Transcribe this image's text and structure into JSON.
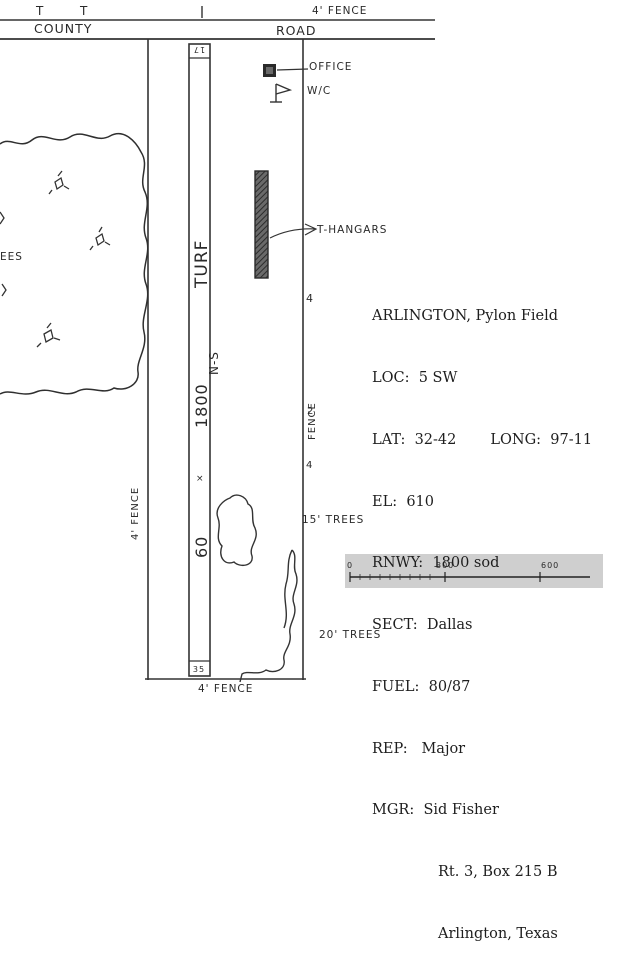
{
  "map": {
    "top_road": "COUNTY",
    "top_road_2": "ROAD",
    "fence_top": "4' FENCE",
    "fence_bottom": "4' FENCE",
    "fence_left": "4' FENCE",
    "fence_right": "FENCE",
    "office": "OFFICE",
    "windcone": "W/C",
    "t_hangars": "T-HANGARS",
    "trees_left": "EES",
    "trees_15": "15' TREES",
    "trees_20": "20' TREES",
    "runway_surface": "TURF",
    "runway_length": "1800",
    "runway_width": "60",
    "runway_heading": "N-S",
    "runway_end_north": "17",
    "runway_end_south": "35",
    "side_tick_1": "4",
    "side_tick_2": "2",
    "side_tick_3": "4",
    "tick_mark_1": "T",
    "tick_mark_2": "T"
  },
  "scale": {
    "labels": [
      "0",
      "300",
      "600"
    ]
  },
  "info": {
    "name": "ARLINGTON, Pylon Field",
    "loc": "LOC:  5 SW",
    "lat": "LAT:  32-42",
    "long": "LONG:  97-11",
    "el": "EL:  610",
    "rnwy": "RNWY:  1800 sod",
    "sect": "SECT:  Dallas",
    "fuel": "FUEL:  80/87",
    "rep": "REP:   Major",
    "mgr": "MGR:  Sid Fisher",
    "addr1": "Rt. 3, Box 215 B",
    "addr2": "Arlington, Texas"
  }
}
